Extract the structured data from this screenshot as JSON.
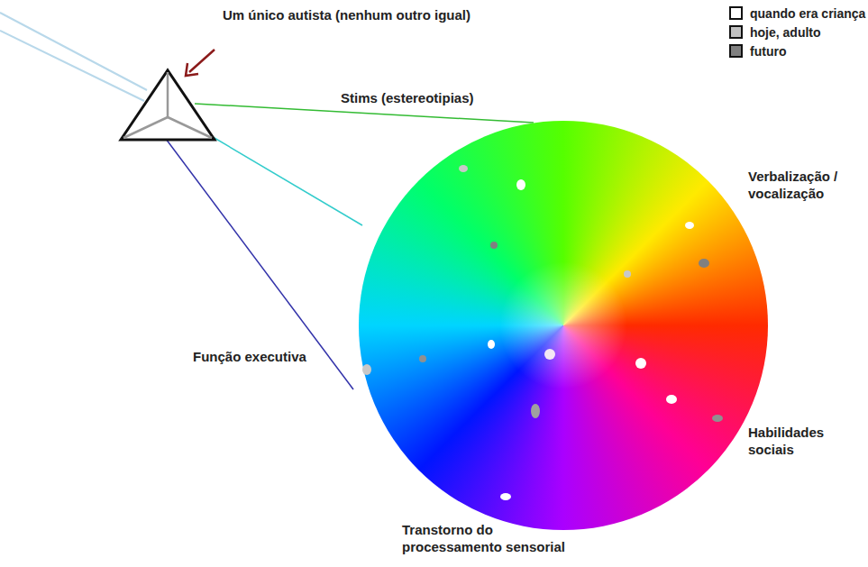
{
  "diagram": {
    "labels": [
      "Um único autista (nenhum outro igual)",
      "Stims (estereotipias)",
      "Verbalização / vocalização",
      "Função executiva",
      "Habilidades sociais",
      "Transtorno do processamento sensorial"
    ],
    "legend": [
      {
        "text": "quando era criança",
        "color": "#ffffff"
      },
      {
        "text": "hoje, adulto",
        "color": "#c0c0c0"
      },
      {
        "text": "futuro",
        "color": "#808080"
      }
    ]
  }
}
